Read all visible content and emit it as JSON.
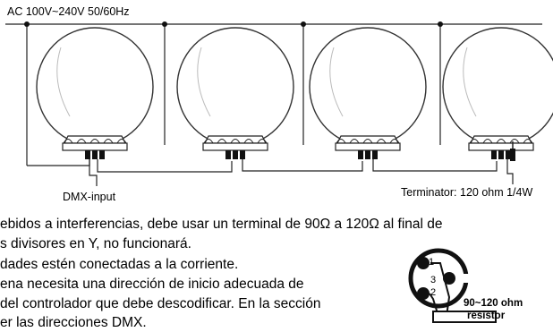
{
  "diagram": {
    "power_label": "AC 100V~240V 50/60Hz",
    "dmx_input_label": "DMX-input",
    "terminator_label": "Terminator: 120 ohm 1/4W",
    "colors": {
      "line": "#222222",
      "stroke": "#333333",
      "fill": "#ffffff",
      "dark": "#111111"
    }
  },
  "text": {
    "line1": "ebidos a interferencias, debe usar un terminal de 90Ω a 120Ω al final de",
    "line2": "s divisores en Y, no funcionará.",
    "line3": "dades estén conectadas a la corriente.",
    "line4": "ena necesita una dirección de inicio adecuada de",
    "line5": "del controlador que debe descodificar. En la sección",
    "line6": "er las direcciones DMX."
  },
  "xlr": {
    "pin1": "1",
    "pin2": "2",
    "pin3": "3",
    "resistor_line1": "90~120 ohm",
    "resistor_line2": "resistor"
  }
}
